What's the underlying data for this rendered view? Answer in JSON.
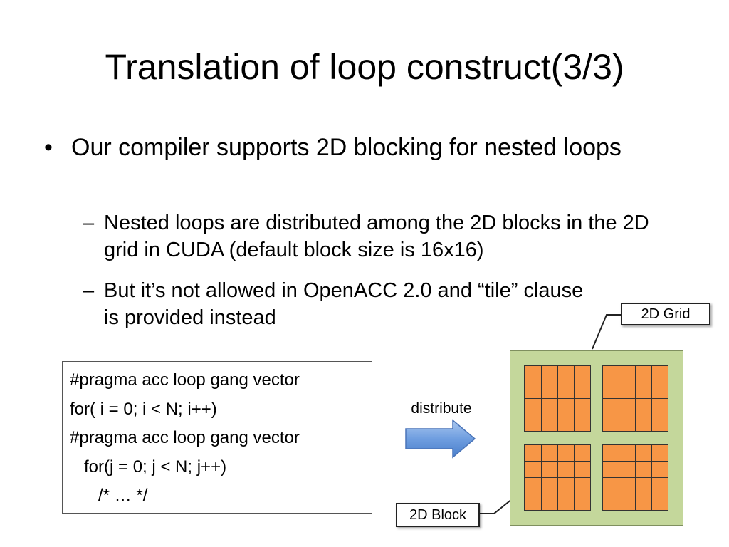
{
  "slide": {
    "title": "Translation of loop construct(3/3)",
    "bullet": {
      "marker": "•",
      "text": "Our compiler supports 2D blocking for nested loops"
    },
    "subbullets": [
      {
        "marker": "–",
        "text": "Nested loops are distributed among the 2D blocks in the 2D grid in CUDA (default block size is 16x16)"
      },
      {
        "marker": "–",
        "text": "But it’s not allowed in OpenACC 2.0 and “tile” clause is provided instead"
      }
    ]
  },
  "code": {
    "lines": [
      "#pragma acc loop gang vector",
      "for( i = 0; i < N; i++)",
      "#pragma acc loop gang vector",
      "   for(j = 0; j < N; j++)",
      "      /* … */"
    ]
  },
  "diagram": {
    "arrow_label": "distribute",
    "grid_label": "2D Grid",
    "block_label": "2D Block",
    "blocks_per_grid": "2x2",
    "threads_per_block": "4x4",
    "colors": {
      "grid_fill": "#c4d79b",
      "block_fill": "#f79646",
      "arrow_fill": "#5b8fd6"
    }
  }
}
